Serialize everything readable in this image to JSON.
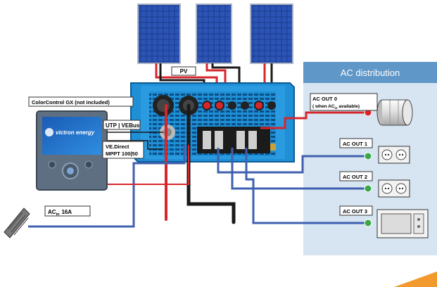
{
  "labels": {
    "pv": "PV",
    "color_control": "ColorControl GX (not included)",
    "utp": "UTP | VEBus",
    "ve_direct_line1": "VE.Direct",
    "ve_direct_line2": "MPPT 100|50",
    "ac_in": "AC",
    "ac_in_sub": "in",
    "ac_in_rating": "16A",
    "ac_distribution": "AC distribution",
    "ac_out0_line1": "AC  OUT 0",
    "ac_out0_line2_a": "( when AC",
    "ac_out0_line2_sub": "in",
    "ac_out0_line2_b": " available)",
    "ac_out1": "AC OUT 1",
    "ac_out2": "AC OUT 2",
    "ac_out3": "AC OUT 3",
    "brand": "victron energy"
  },
  "colors": {
    "ac_panel": "#d6e5f1",
    "ac_header": "#5f97c8",
    "inverter_blue": "#1f8fd6",
    "cable_red": "#d7262b",
    "cable_blue": "#3f60b0",
    "cable_black": "#1a1a1a",
    "dot_red": "#e01f26",
    "dot_green": "#3aa845"
  }
}
